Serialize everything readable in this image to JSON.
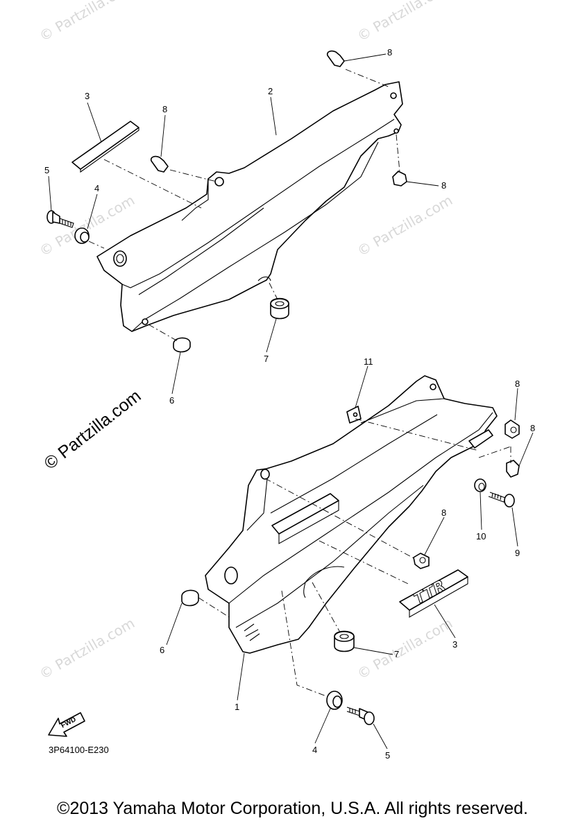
{
  "watermark_small": "© Partzilla.com",
  "watermark_main": "© Partzilla.com",
  "diagram_code": "3P64100-E230",
  "fwd_label": "FWD",
  "copyright": "©2013 Yamaha Motor Corporation, U.S.A. All rights reserved.",
  "callouts": {
    "c1": "1",
    "c2": "2",
    "c3a": "3",
    "c3b": "3",
    "c4a": "4",
    "c4b": "4",
    "c5a": "5",
    "c5b": "5",
    "c6a": "6",
    "c6b": "6",
    "c7a": "7",
    "c7b": "7",
    "c8a": "8",
    "c8b": "8",
    "c8c": "8",
    "c8d": "8",
    "c8e": "8",
    "c8f": "8",
    "c9": "9",
    "c10": "10",
    "c11": "11"
  },
  "emblem_text": "TTR"
}
